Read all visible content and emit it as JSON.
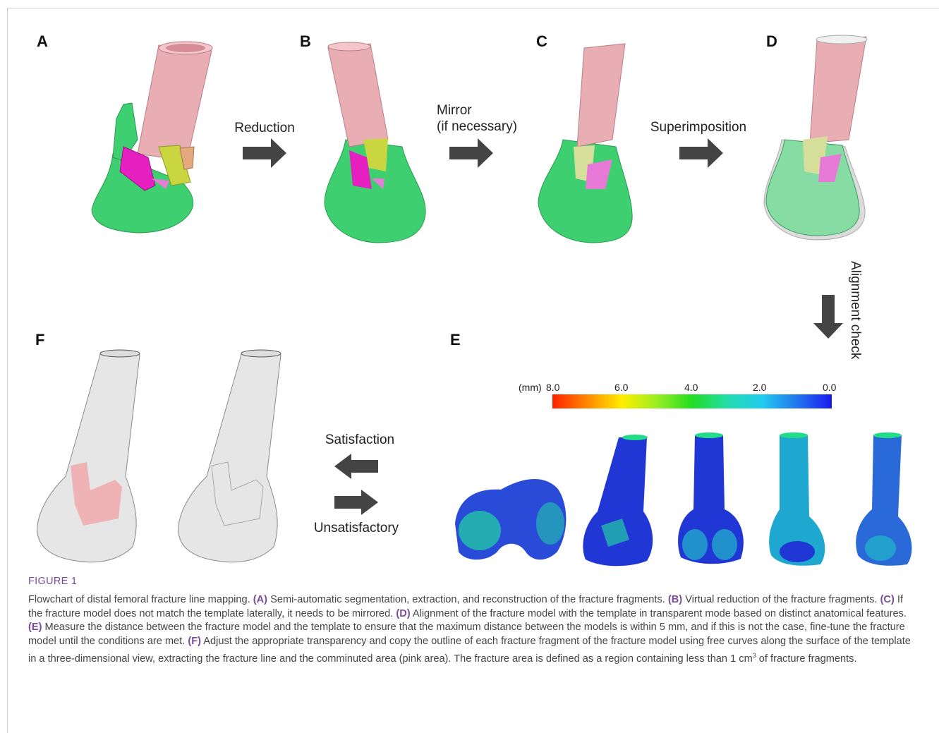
{
  "panels": {
    "A": "A",
    "B": "B",
    "C": "C",
    "D": "D",
    "E": "E",
    "F": "F"
  },
  "steps": {
    "reduction": "Reduction",
    "mirror": "Mirror",
    "mirror_sub": "(if necessary)",
    "superimposition": "Superimposition",
    "alignment": "Alignment check",
    "satisfaction": "Satisfaction",
    "unsatisfactory": "Unsatisfactory"
  },
  "colorbar": {
    "unit": "(mm)",
    "ticks": [
      "8.0",
      "6.0",
      "4.0",
      "2.0",
      "0.0"
    ],
    "colors": [
      "#ff2200",
      "#ffee00",
      "#22dd22",
      "#22ccee",
      "#1a1aee"
    ]
  },
  "colors": {
    "shaft": "#e9aeb4",
    "condyle": "#3ecf70",
    "fragment_magenta": "#e51fc0",
    "fragment_yellow": "#c9d640",
    "fragment_orange": "#e4a87e",
    "template_grey": "#e4e4e4",
    "fracture_area_pink": "#f1a0a4",
    "arrow": "#444444",
    "accent": "#7a4b9a"
  },
  "caption": {
    "fig_title": "FIGURE 1",
    "intro": "Flowchart of distal femoral fracture line mapping.",
    "items": [
      {
        "tag": "(A)",
        "text": "Semi-automatic segmentation, extraction, and reconstruction of the fracture fragments."
      },
      {
        "tag": "(B)",
        "text": "Virtual reduction of the fracture fragments."
      },
      {
        "tag": "(C)",
        "text": "If the fracture model does not match the template laterally, it needs to be mirrored."
      },
      {
        "tag": "(D)",
        "text": "Alignment of the fracture model with the template in transparent mode based on distinct anatomical features."
      },
      {
        "tag": "(E)",
        "text": "Measure the distance between the fracture model and the template to ensure that the maximum distance between the models is within 5 mm, and if this is not the case, fine-tune the fracture model until the conditions are met."
      },
      {
        "tag": "(F)",
        "text": "Adjust the appropriate transparency and copy the outline of each fracture fragment of the fracture model using free curves along the surface of the template in a three-dimensional view, extracting the fracture line and the comminuted area (pink area). The fracture area is defined as a region containing less than 1 cm"
      }
    ],
    "superscript": "3",
    "tail": " of fracture fragments."
  }
}
